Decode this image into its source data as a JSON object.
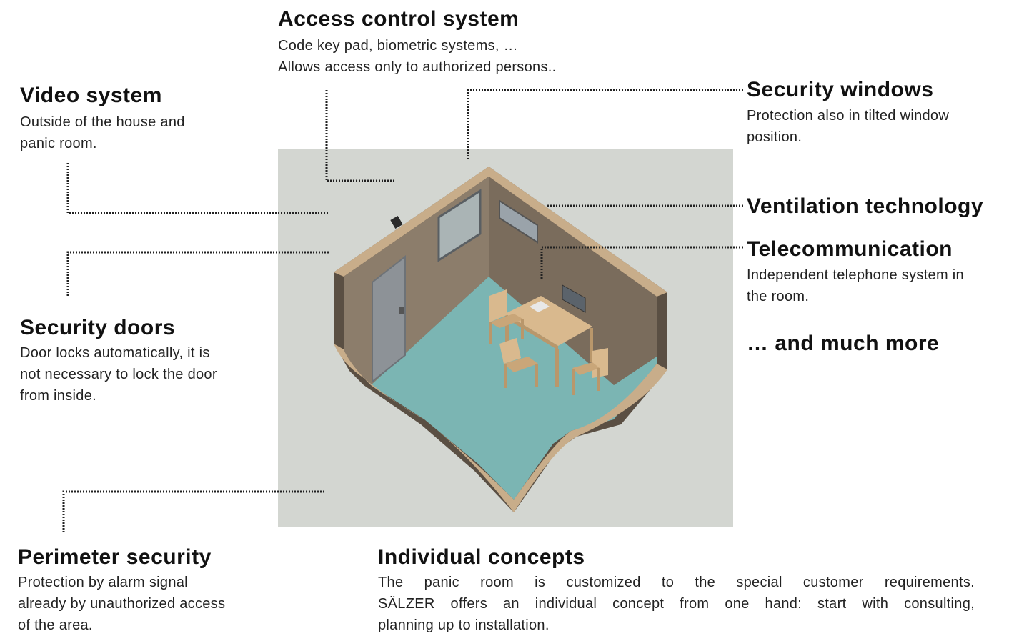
{
  "callouts": {
    "access_control": {
      "title": "Access control system",
      "lines": [
        "Code key pad, biometric systems, …",
        "Allows access only to authorized persons.."
      ]
    },
    "video": {
      "title": "Video system",
      "lines": [
        "Outside of the house and",
        "panic room."
      ]
    },
    "security_windows": {
      "title": "Security windows",
      "lines": [
        "Protection also in tilted window",
        "position."
      ]
    },
    "ventilation": {
      "title": "Ventilation technology"
    },
    "telecommunication": {
      "title": "Telecommunication",
      "lines": [
        "Independent telephone system in",
        "the room."
      ]
    },
    "more": {
      "title": "… and much more"
    },
    "security_doors": {
      "title": "Security doors",
      "lines": [
        "Door locks automatically, it is",
        "not necessary to lock the door",
        "from inside."
      ]
    },
    "perimeter": {
      "title": "Perimeter security",
      "lines": [
        "Protection by alarm signal",
        "already by unauthorized access",
        "of the area."
      ]
    },
    "individual": {
      "title": "Individual concepts",
      "lines": [
        "The panic room is customized to the special customer requirements.",
        "SÄLZER offers an individual concept from one hand: start with consulting,",
        "planning up to installation."
      ]
    }
  },
  "colors": {
    "panel_bg": "#d3d6d1",
    "wall": "#8a7b69",
    "wall_edge": "#c8ad8a",
    "floor": "#7bb5b3",
    "leader_line": "#222222"
  }
}
